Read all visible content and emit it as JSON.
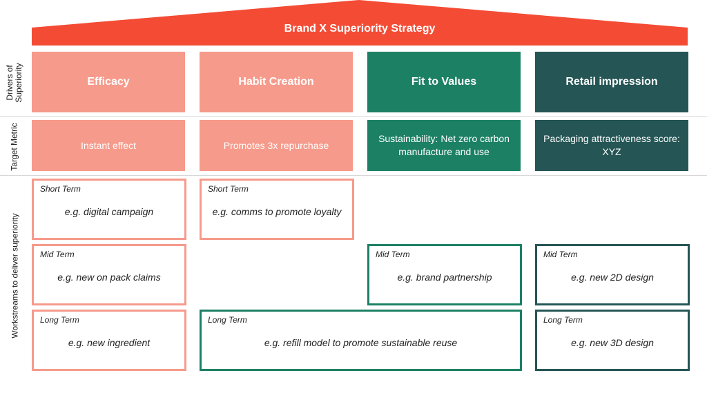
{
  "title": "Brand X Superiority Strategy",
  "colors": {
    "roof": "#f44b35",
    "salmon": "#f69a8b",
    "teal": "#1c8064",
    "dark_teal": "#255555"
  },
  "row_labels": {
    "drivers": "Drivers of Superiority",
    "target": "Target Metric",
    "workstreams": "Workstreams to deliver superiority"
  },
  "drivers": [
    "Efficacy",
    "Habit Creation",
    "Fit to Values",
    "Retail impression"
  ],
  "metrics": [
    "Instant effect",
    "Promotes 3x repurchase",
    "Sustainability:  Net zero carbon manufacture and use",
    "Packaging attractiveness score: XYZ"
  ],
  "workstreams": {
    "efficacy_short": {
      "term": "Short Term",
      "desc": "e.g. digital campaign"
    },
    "efficacy_mid": {
      "term": "Mid Term",
      "desc": "e.g. new on pack claims"
    },
    "efficacy_long": {
      "term": "Long Term",
      "desc": "e.g. new ingredient"
    },
    "habit_short": {
      "term": "Short Term",
      "desc": "e.g. comms to promote loyalty"
    },
    "refill_long": {
      "term": "Long Term",
      "desc": "e.g. refill model to promote sustainable reuse"
    },
    "values_mid": {
      "term": "Mid Term",
      "desc": "e.g. brand partnership"
    },
    "retail_mid": {
      "term": "Mid Term",
      "desc": "e.g. new 2D design"
    },
    "retail_long": {
      "term": "Long Term",
      "desc": "e.g. new 3D design"
    }
  }
}
